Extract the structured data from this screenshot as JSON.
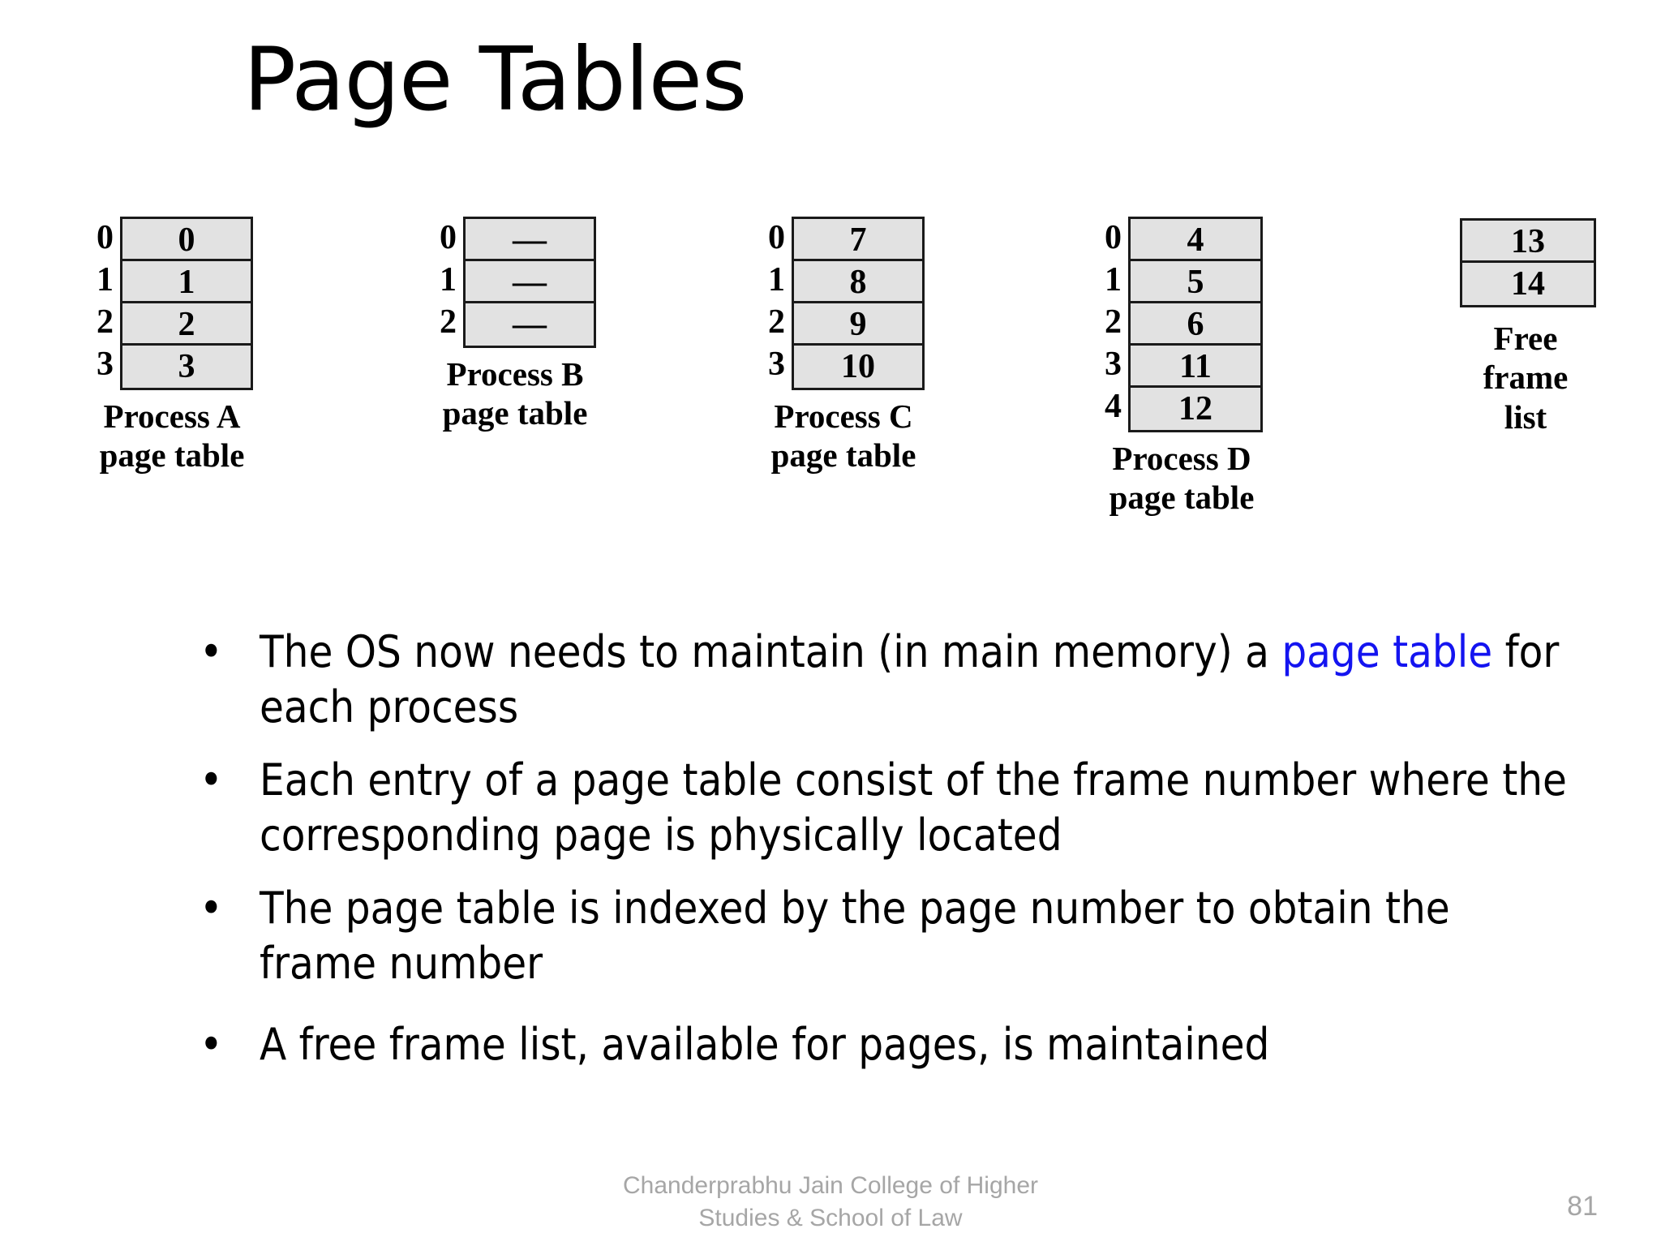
{
  "slide": {
    "title": "Page Tables",
    "page_number": "81",
    "footer_line1": "Chanderprabhu Jain College of Higher",
    "footer_line2": "Studies & School of Law",
    "highlight_color": "#1414f0",
    "cell_fill_color": "#e2e2e2",
    "cell_border_color": "#1a1a1a",
    "footer_color": "#a6a6a6"
  },
  "diagram": {
    "tables": [
      {
        "id": "a",
        "caption_line1": "Process A",
        "caption_line2": "page table",
        "indices": [
          "0",
          "1",
          "2",
          "3"
        ],
        "values": [
          "0",
          "1",
          "2",
          "3"
        ],
        "has_index_column": true
      },
      {
        "id": "b",
        "caption_line1": "Process B",
        "caption_line2": "page table",
        "indices": [
          "0",
          "1",
          "2"
        ],
        "values": [
          "—",
          "—",
          "—"
        ],
        "has_index_column": true
      },
      {
        "id": "c",
        "caption_line1": "Process C",
        "caption_line2": "page table",
        "indices": [
          "0",
          "1",
          "2",
          "3"
        ],
        "values": [
          "7",
          "8",
          "9",
          "10"
        ],
        "has_index_column": true
      },
      {
        "id": "d",
        "caption_line1": "Process D",
        "caption_line2": "page table",
        "indices": [
          "0",
          "1",
          "2",
          "3",
          "4"
        ],
        "values": [
          "4",
          "5",
          "6",
          "11",
          "12"
        ],
        "has_index_column": true
      },
      {
        "id": "free",
        "caption_line1": "Free frame",
        "caption_line2": "list",
        "indices": [],
        "values": [
          "13",
          "14"
        ],
        "has_index_column": false
      }
    ]
  },
  "bullets": [
    {
      "marker": "•",
      "parts": [
        {
          "text": "The OS now needs to maintain (in main memory) a ",
          "highlight": false
        },
        {
          "text": "page table",
          "highlight": true
        },
        {
          "text": " for each process",
          "highlight": false
        }
      ]
    },
    {
      "marker": "•",
      "parts": [
        {
          "text": "Each entry of a page table consist of the frame number where the corresponding page is physically located",
          "highlight": false
        }
      ]
    },
    {
      "marker": "•",
      "parts": [
        {
          "text": "The page table is indexed by the page number to obtain the frame number",
          "highlight": false
        }
      ]
    },
    {
      "marker": "•",
      "parts": [
        {
          "text": "A free frame list, available for pages, is maintained",
          "highlight": false
        }
      ]
    }
  ]
}
